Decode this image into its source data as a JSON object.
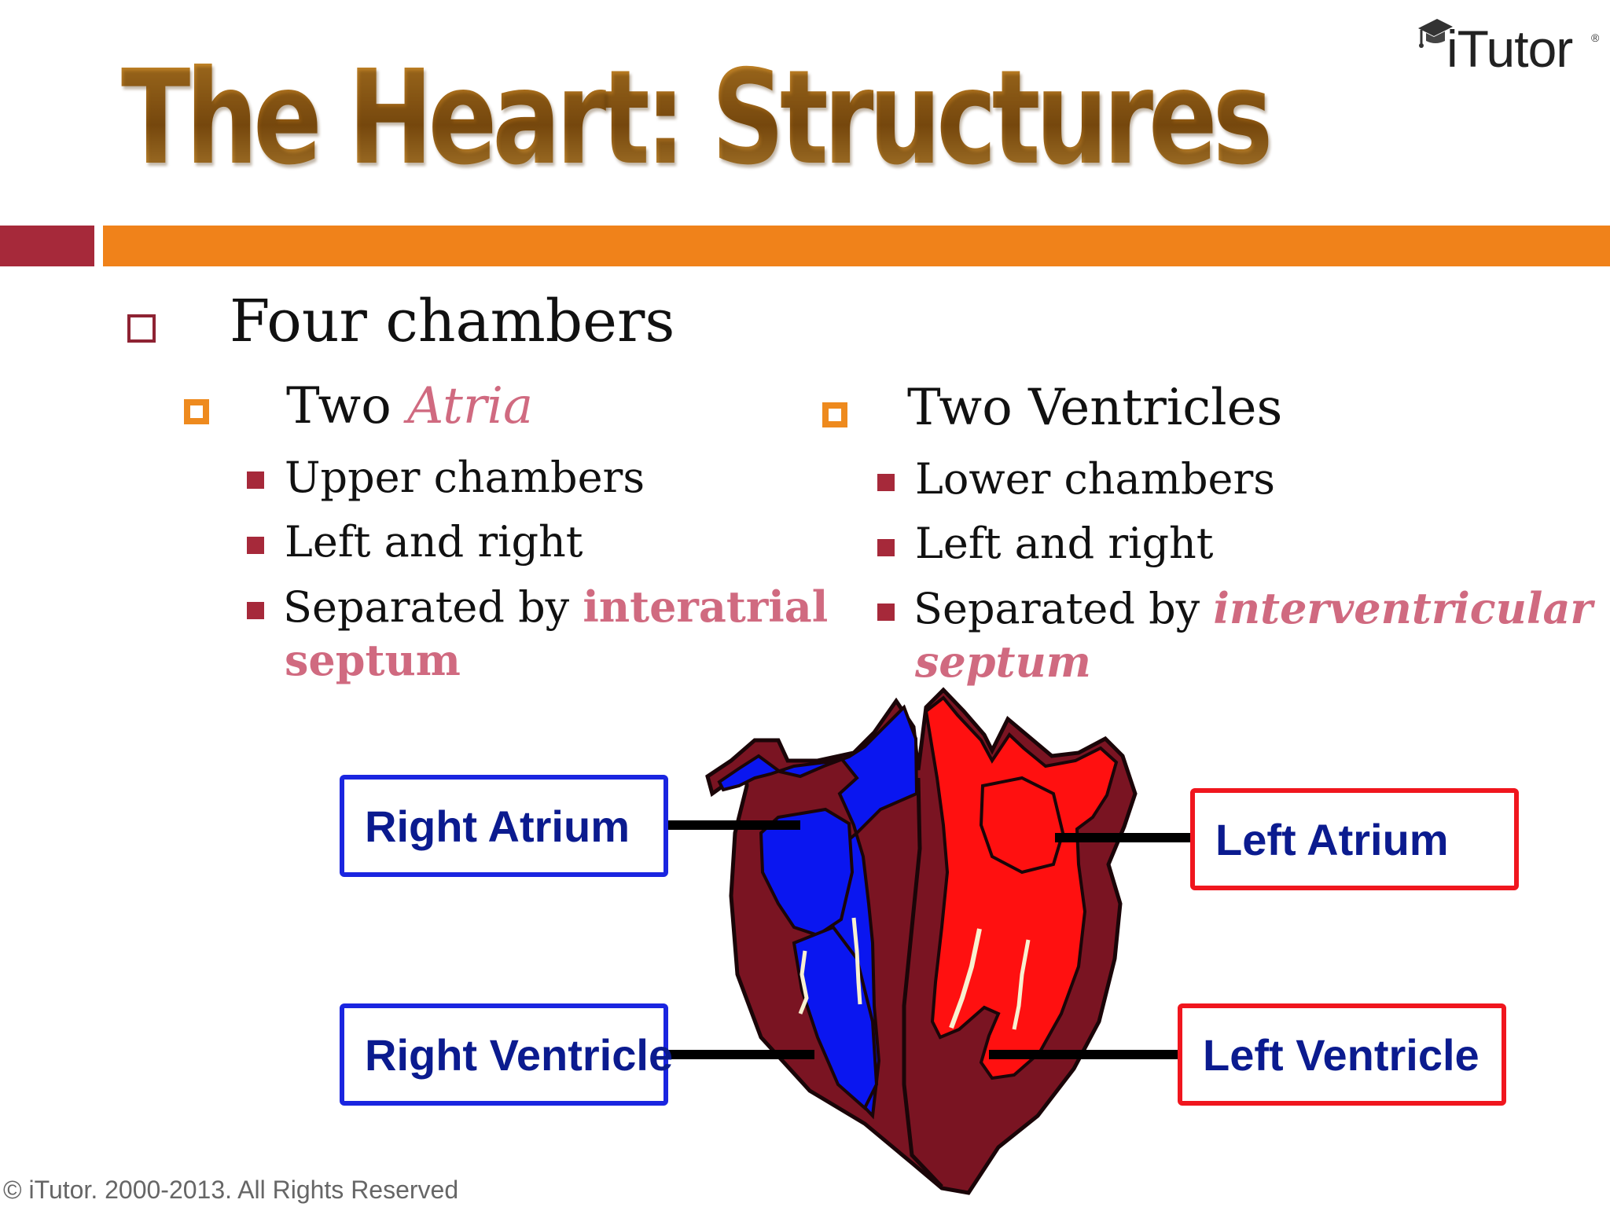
{
  "slide": {
    "title": "The Heart: Structures",
    "logo": {
      "text": "iTutor",
      "mark": "®"
    },
    "main_bullet": "Four chambers",
    "left_column": {
      "heading_prefix": "Two ",
      "heading_accent": "Atria",
      "items": [
        {
          "text": "Upper chambers"
        },
        {
          "text": "Left and right"
        },
        {
          "text": "Separated by ",
          "accent_line1": "interatrial",
          "accent_line2": "septum"
        }
      ]
    },
    "right_column": {
      "heading": "Two Ventricles",
      "items": [
        {
          "text": "Lower chambers"
        },
        {
          "text": "Left and right"
        },
        {
          "text": "Separated by ",
          "accent_line1": "interventricular",
          "accent_line2": "septum"
        }
      ]
    },
    "diagram_labels": {
      "right_atrium": "Right Atrium",
      "right_ventricle": "Right Ventricle",
      "left_atrium": "Left  Atrium",
      "left_ventricle": "Left Ventricle"
    },
    "colors": {
      "title": "#a86a14",
      "bar_left": "#a6293a",
      "bar_right": "#f0821a",
      "accent_text": "#d06a80",
      "label_text": "#0b1b8f",
      "label_border_blue": "#1a25e0",
      "label_border_red": "#f0161e",
      "heart_wall": "#7a1422",
      "deoxygenated": "#0a16f0",
      "oxygenated": "#ff1010"
    },
    "footer": "© iTutor. 2000-2013. All Rights Reserved"
  }
}
